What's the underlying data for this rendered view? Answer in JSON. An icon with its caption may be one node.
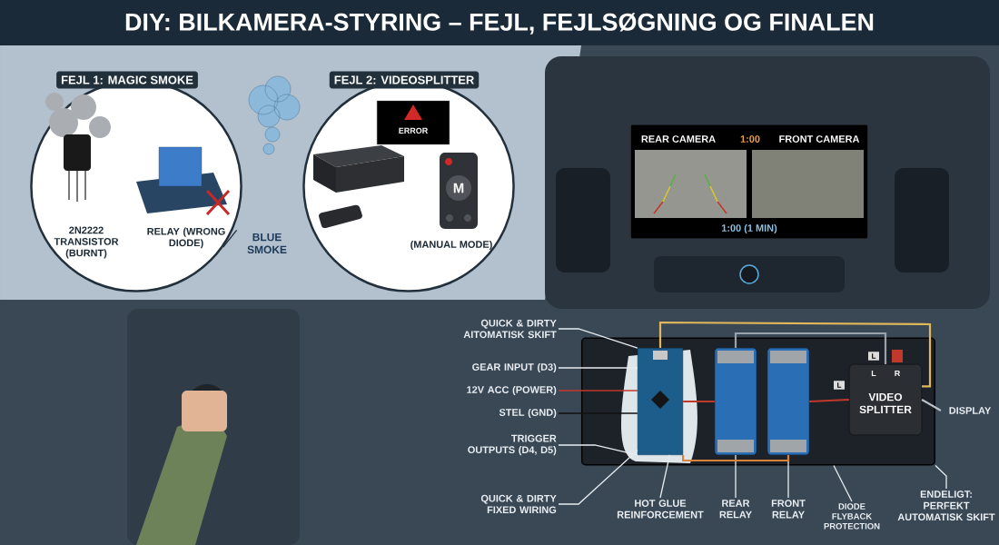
{
  "diagram": {
    "title": "DIY: BILKAMERA-STYRING – FEJL, FEJLSØGNING OG FINALEN",
    "nodes": [
      {
        "text": [
          "FEJL 1: MAGIC SMOKE"
        ]
      },
      {
        "text": [
          "2N2222 TRANSISTOR (BURNT)"
        ],
        "in": 0
      },
      {
        "text": [
          "RELAY (WRONG DIODE)"
        ],
        "in": 0
      },
      {
        "text": [
          "FEJL 2: VIDEOSPLITTER"
        ]
      },
      {
        "text": [
          "ERROR"
        ],
        "in": 3
      },
      {
        "text": [
          "REAR CAMERA",
          "1:00",
          "FRONT CAMERA",
          "1:00 (1 MIN)"
        ]
      },
      {
        "text": [],
        "shape": "box"
      },
      {
        "text": [],
        "shape": "picture",
        "in": 6
      },
      {
        "text": [],
        "shape": "box",
        "in": 6
      },
      {
        "text": [],
        "shape": "box",
        "in": 6
      },
      {
        "text": [
          "L",
          "R",
          "VIDEO SPLITTER"
        ],
        "in": 6,
        "beside": [
          "L",
          "L"
        ]
      },
      {
        "text": [
          "QUICK & DIRTY AITOMATISK SKIFT"
        ]
      },
      {
        "text": [
          "GEAR INPUT (D3)"
        ]
      },
      {
        "text": [
          "12V ACC (POWER)"
        ]
      },
      {
        "text": [
          "STEL (GND)"
        ]
      },
      {
        "text": [
          "TRIGGER OUTPUTS (D4, D5)"
        ]
      },
      {
        "text": [
          "QUICK & DIRTY FIXED WIRING"
        ]
      },
      {
        "text": [
          "HOT GLUE REINFORCEMENT"
        ]
      },
      {
        "text": [
          "REAR RELAY"
        ]
      },
      {
        "text": [
          "FRONT RELAY"
        ]
      },
      {
        "text": [
          "DIODE FLYBACK PROTECTION"
        ]
      },
      {
        "text": [
          "ENDELIGT: PERFEKT AUTOMATISK SKIFT"
        ]
      },
      {
        "text": [
          "DISPLAY"
        ]
      },
      {
        "text": [
          "BLUE SMOKE"
        ]
      }
    ],
    "edges": [
      {
        "from": 23,
        "to": 0,
        "arrow": "none",
        "color": "#22303c"
      },
      {
        "from": 11,
        "to": 7,
        "arrow": "none"
      },
      {
        "from": 12,
        "to": 7,
        "arrow": "none"
      },
      {
        "from": 13,
        "to": 7,
        "arrow": "none",
        "color": "#c0392b"
      },
      {
        "from": 14,
        "to": 7,
        "arrow": "none",
        "color": "#111111"
      },
      {
        "from": 15,
        "to": 7,
        "arrow": "none"
      },
      {
        "from": 16,
        "to": 7,
        "arrow": "none"
      },
      {
        "from": 17,
        "to": 7,
        "arrow": "none"
      },
      {
        "from": 18,
        "to": 8,
        "arrow": "none"
      },
      {
        "from": 19,
        "to": 9,
        "arrow": "none"
      },
      {
        "from": 20,
        "to": 6,
        "arrow": "none"
      },
      {
        "from": 21,
        "to": 6,
        "arrow": "none"
      },
      {
        "from": 10,
        "to": 22,
        "arrow": "none",
        "color": "#b9c0c6"
      },
      {
        "from": 7,
        "to": 8,
        "arrow": "none",
        "color": "#c0392b"
      },
      {
        "from": 7,
        "to": 9,
        "arrow": "none",
        "color": "#d9823b"
      },
      {
        "from": 8,
        "to": 10,
        "arrow": "none",
        "color": "#9aa3ab"
      },
      {
        "from": 9,
        "to": 10,
        "arrow": "none",
        "color": "#c0392b"
      },
      {
        "from": 7,
        "to": 10,
        "arrow": "none",
        "color": "#e0b85a"
      }
    ],
    "labels": [
      "M",
      "(MANUAL MODE)"
    ]
  }
}
